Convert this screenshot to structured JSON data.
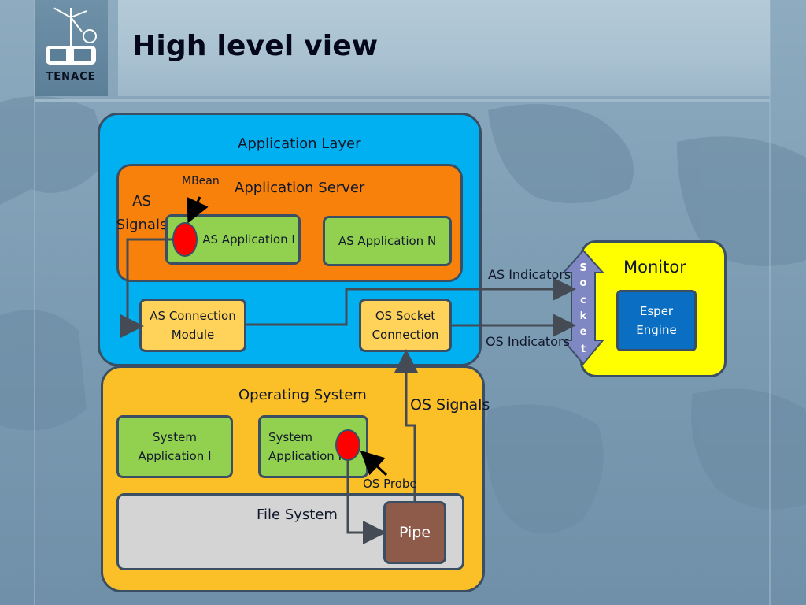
{
  "slide": {
    "title": "High level view",
    "logo_text": "TENACE"
  },
  "diagram": {
    "application_layer": "Application Layer",
    "application_server": "Application Server",
    "mbean": "MBean",
    "as_signals": "AS\nSignals",
    "as_app_1": "AS Application I",
    "as_app_n": "AS Application N",
    "as_connection_module": "AS Connection\nModule",
    "os_socket_connection": "OS Socket\nConnection",
    "operating_system": "Operating System",
    "system_app_1": "System\nApplication I",
    "system_app_n": "System\nApplication N",
    "os_probe": "OS Probe",
    "os_signals": "OS Signals",
    "file_system": "File System",
    "pipe": "Pipe",
    "monitor": "Monitor",
    "esper_engine": "Esper\nEngine",
    "as_indicators": "AS Indicators",
    "os_indicators": "OS Indicators",
    "socket_letters": [
      "S",
      "o",
      "c",
      "k",
      "e",
      "t"
    ]
  },
  "colors": {
    "app_layer": "#00b0f0",
    "app_server": "#f8810c",
    "green_box": "#92d050",
    "light_orange": "#ffd25a",
    "os_box": "#fbbf27",
    "file_system": "#d4d4d4",
    "pipe": "#8e5b4b",
    "monitor": "#ffff00",
    "esper": "#0a6fc2",
    "socket": "#8088c4",
    "probe": "#ff0000"
  }
}
